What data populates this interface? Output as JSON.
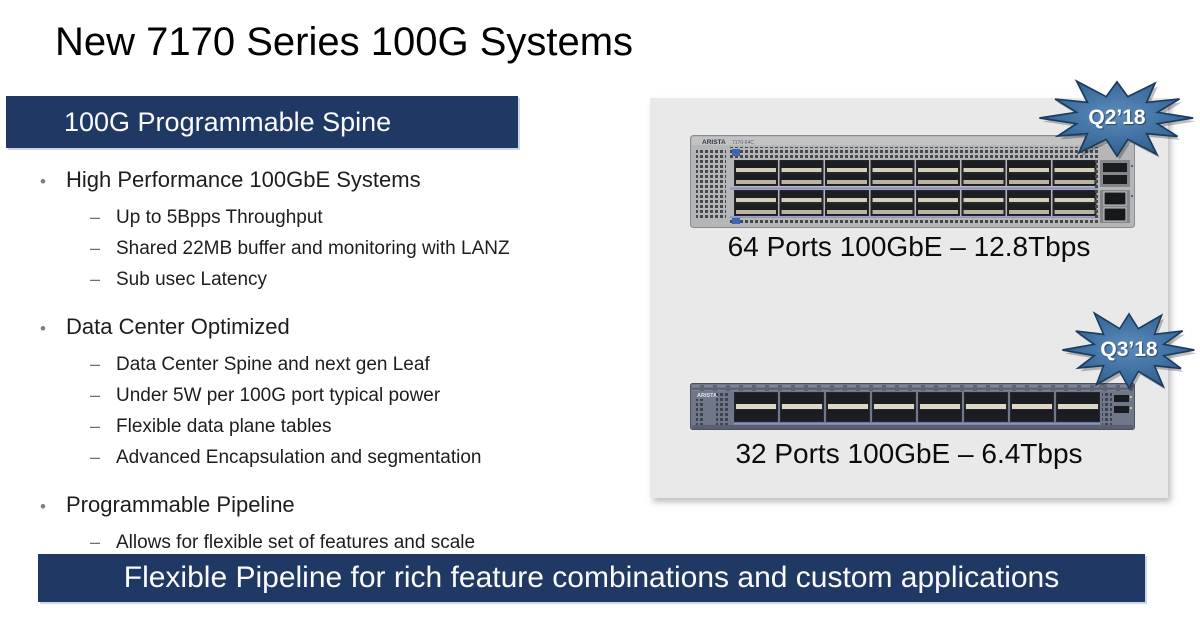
{
  "slide": {
    "title": "New 7170 Series 100G Systems",
    "section_banner": "100G Programmable Spine",
    "footer_banner": "Flexible Pipeline for rich feature combinations and custom applications"
  },
  "ui": {
    "bullet_glyph": "•",
    "dash_glyph": "–"
  },
  "bullets": [
    {
      "label": "High Performance 100GbE Systems",
      "sub": [
        "Up to 5Bpps Throughput",
        "Shared 22MB buffer and monitoring with LANZ",
        "Sub usec Latency"
      ]
    },
    {
      "label": "Data Center Optimized",
      "sub": [
        "Data Center Spine and next gen Leaf",
        "Under 5W per 100G port typical power",
        "Flexible data plane tables",
        "Advanced Encapsulation and segmentation"
      ]
    },
    {
      "label": "Programmable Pipeline",
      "sub": [
        "Allows for flexible set of features and scale"
      ]
    }
  ],
  "products": [
    {
      "badge": "Q2’18",
      "caption": "64 Ports 100GbE – 12.8Tbps",
      "image": "64-port-2U-switch-front-panel",
      "brand": "ARISTA"
    },
    {
      "badge": "Q3’18",
      "caption": "32 Ports 100GbE – 6.4Tbps",
      "image": "32-port-1U-switch-front-panel",
      "brand": "ARISTA"
    }
  ],
  "colors": {
    "navy": "#1f3864",
    "badge_blue": "#3f6fa0",
    "panel_gray": "#e9e9e9"
  }
}
